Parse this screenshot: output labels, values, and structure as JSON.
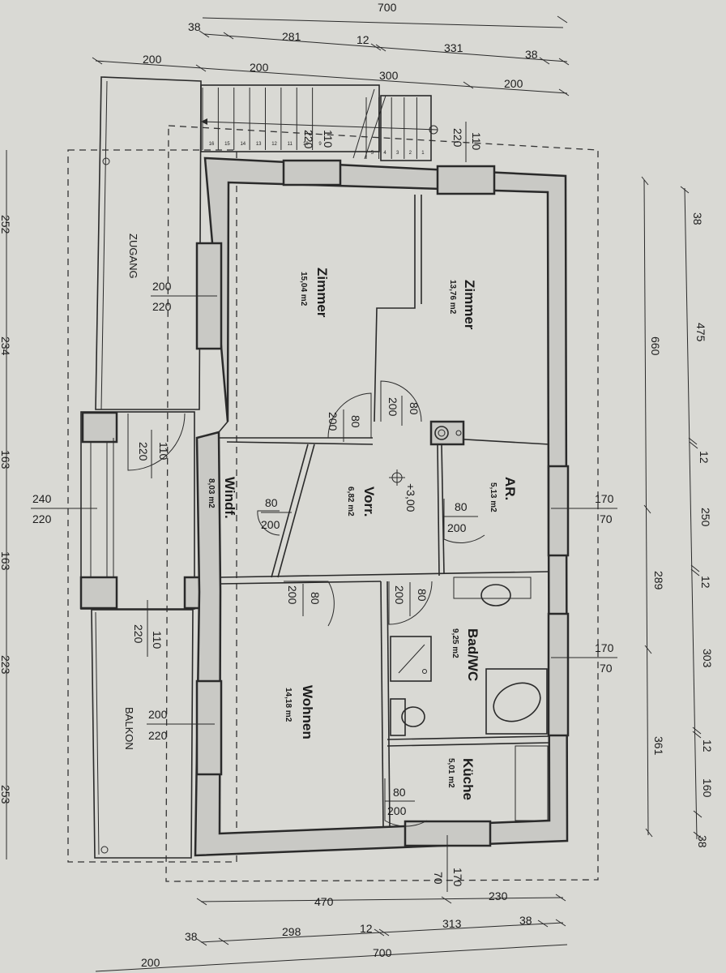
{
  "rooms": {
    "zimmer_left": {
      "name": "Zimmer",
      "area": "15,04 m2"
    },
    "zimmer_right": {
      "name": "Zimmer",
      "area": "13,76 m2"
    },
    "windfang": {
      "name": "Windf.",
      "area": "8,03 m2"
    },
    "vorraum": {
      "name": "Vorr.",
      "area": "6,82 m2",
      "level": "+3,00"
    },
    "abstellraum": {
      "name": "AR.",
      "area": "5,13 m2"
    },
    "wohnen": {
      "name": "Wohnen",
      "area": "14,18 m2"
    },
    "bad": {
      "name": "Bad/WC",
      "area": "9,25 m2"
    },
    "kueche": {
      "name": "Küche",
      "area": "5,01 m2"
    },
    "zugang": {
      "name": "ZUGANG"
    },
    "balkon": {
      "name": "BALKON"
    }
  },
  "dims": {
    "top1": [
      "700"
    ],
    "top2": [
      "38",
      "281",
      "12",
      "331",
      "38"
    ],
    "top3": [
      "200",
      "200",
      "300",
      "200"
    ],
    "bottom1": [
      "470",
      "230"
    ],
    "bottom2": [
      "38",
      "298",
      "12",
      "313",
      "38"
    ],
    "bottom3": [
      "200",
      "700"
    ],
    "right_outer": [
      "38",
      "475",
      "12",
      "250",
      "12",
      "303",
      "12",
      "160",
      "38"
    ],
    "right_inner": [
      "660",
      "289",
      "361"
    ],
    "left_edge": [
      "252",
      "234",
      "163",
      "163",
      "223",
      "253"
    ]
  },
  "openings": {
    "zugang_window": [
      "200",
      "220"
    ],
    "entry_window": [
      "240",
      "220"
    ],
    "balkon_window": [
      "200",
      "220"
    ],
    "balkon_door": [
      "110",
      "220"
    ],
    "entry_door": [
      "220",
      "110"
    ],
    "stair_window": [
      "220",
      "110"
    ],
    "ar_window": [
      "170",
      "70"
    ],
    "bad_window": [
      "170",
      "70"
    ],
    "kueche_window": [
      "170",
      "70"
    ]
  },
  "doors": {
    "zimmer_left": [
      "200",
      "80"
    ],
    "zimmer_right": [
      "200",
      "80"
    ],
    "windfang": [
      "80",
      "200"
    ],
    "abstellraum": [
      "80",
      "200"
    ],
    "wohnen": [
      "200",
      "80"
    ],
    "bad": [
      "200",
      "80"
    ],
    "kueche": [
      "80",
      "200"
    ]
  },
  "stairs": {
    "left_steps": [
      "16",
      "15",
      "14",
      "13",
      "12",
      "11",
      "10",
      "9"
    ],
    "right_steps": [
      "5",
      "4",
      "3",
      "2",
      "1"
    ],
    "flight": "220",
    "landing": "110"
  }
}
